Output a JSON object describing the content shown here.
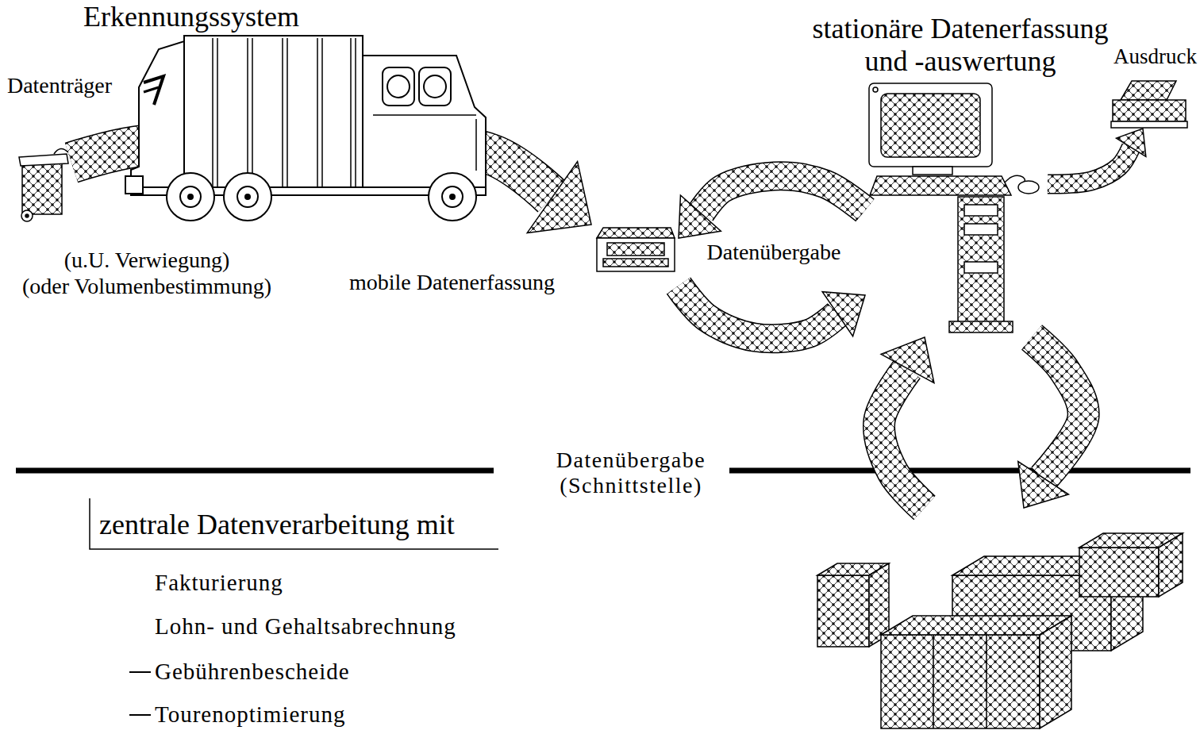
{
  "diagram": {
    "nodes": [
      {
        "text": [
          "Erkennungssystem"
        ]
      },
      {
        "text": [
          "Datenträger"
        ]
      },
      {
        "text": [
          "mobile Datenerfassung"
        ]
      },
      {
        "text": [
          "stationäre Datenerfassung und -auswertung"
        ]
      },
      {
        "text": [
          "Ausdruck"
        ]
      },
      {
        "text": [
          "zentrale Datenverarbeitung mit",
          "Fakturierung",
          "Lohn- und Gehaltsabrechnung",
          "Gebührenbescheide",
          "Tourenoptimierung"
        ]
      }
    ],
    "edges": [
      {
        "from": 1,
        "to": 2,
        "arrow": "to"
      },
      {
        "from": 3,
        "to": 2,
        "arrow": "to"
      },
      {
        "from": 2,
        "to": 3,
        "arrow": "to"
      },
      {
        "from": 3,
        "to": 4,
        "arrow": "to"
      },
      {
        "from": 3,
        "to": 5,
        "arrow": "to"
      },
      {
        "from": 5,
        "to": 3,
        "arrow": "to"
      }
    ],
    "labels": [
      "(u.U. Verwiegung)",
      "(oder Volumenbestimmung)",
      "Datenübergabe",
      "Datenübergabe (Schnittstelle)"
    ]
  }
}
